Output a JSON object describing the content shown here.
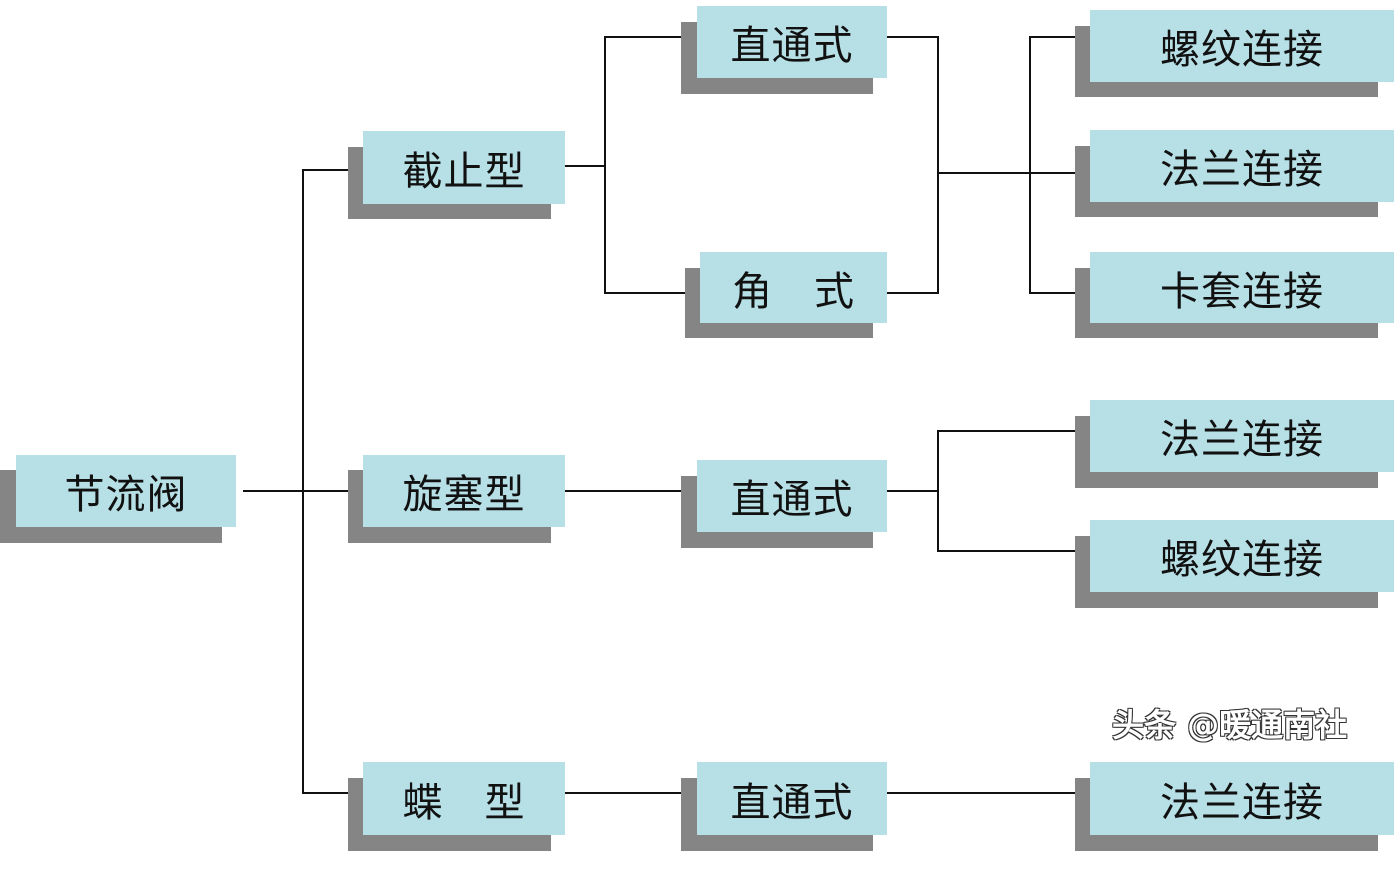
{
  "root": "节流阀",
  "types": [
    "截止型",
    "旋塞型",
    "蝶　型"
  ],
  "forms": {
    "cutoff_straight": "直通式",
    "cutoff_angle": "角　式",
    "plug_straight": "直通式",
    "butterfly_straight": "直通式"
  },
  "connections": {
    "cutoff": [
      "螺纹连接",
      "法兰连接",
      "卡套连接"
    ],
    "plug": [
      "法兰连接",
      "螺纹连接"
    ],
    "butterfly": [
      "法兰连接"
    ]
  },
  "watermark": "头条 @暖通南社",
  "colors": {
    "box": "#b7e0e6",
    "shadow": "#858585",
    "line": "#111111"
  }
}
